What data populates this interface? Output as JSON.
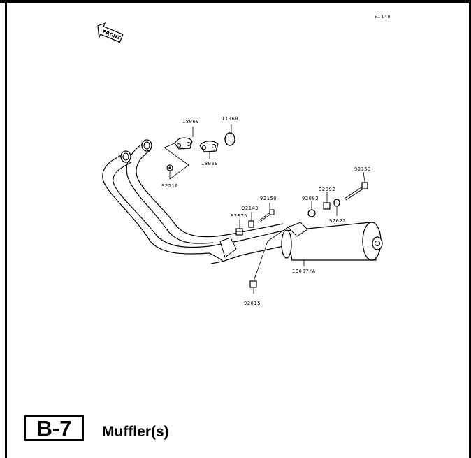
{
  "page": {
    "code": "E1140",
    "section_id": "B-7",
    "section_title": "Muffler(s)"
  },
  "front_arrow": {
    "label": "FRONT",
    "icon": "front-arrow-icon"
  },
  "parts": [
    {
      "number": "18069"
    },
    {
      "number": "11060"
    },
    {
      "number": "18069"
    },
    {
      "number": "92210"
    },
    {
      "number": "92153"
    },
    {
      "number": "92150"
    },
    {
      "number": "92143"
    },
    {
      "number": "92092"
    },
    {
      "number": "92092"
    },
    {
      "number": "92075"
    },
    {
      "number": "92022"
    },
    {
      "number": "18087/A"
    },
    {
      "number": "92015"
    }
  ]
}
